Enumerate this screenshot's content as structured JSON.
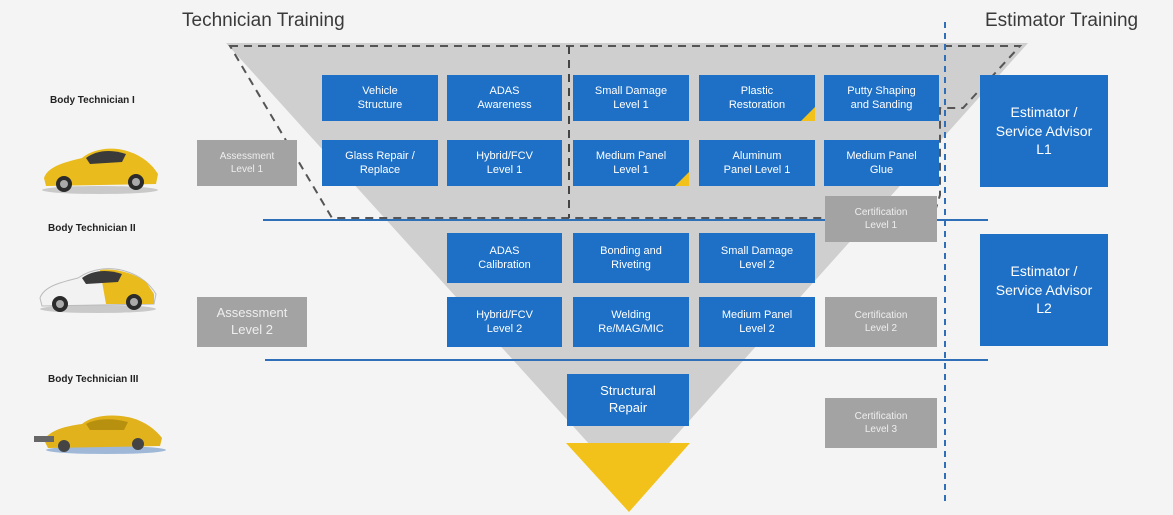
{
  "headers": {
    "technician": "Technician Training",
    "estimator": "Estimator Training"
  },
  "levels": {
    "level1": "Body Technician I",
    "level2": "Body Technician II",
    "level3": "Body Technician III"
  },
  "colors": {
    "course_box": "#1e6fc6",
    "gray_box": "#a3a3a3",
    "funnel": "#cfcfcf",
    "accent_yellow": "#f2c21b",
    "divider_line": "#2f6fb8"
  },
  "assessments": {
    "a1": "Assessment\nLevel 1",
    "a2": "Assessment\nLevel 2"
  },
  "courses": {
    "vehicle_structure": "Vehicle\nStructure",
    "adas_awareness": "ADAS\nAwareness",
    "small_damage_1": "Small Damage\nLevel 1",
    "plastic_restoration": "Plastic\nRestoration",
    "putty_shaping": "Putty Shaping\nand Sanding",
    "glass_repair": "Glass Repair /\nReplace",
    "hybrid_fcv_1": "Hybrid/FCV\nLevel 1",
    "medium_panel_1": "Medium Panel\nLevel 1",
    "aluminum_panel_1": "Aluminum\nPanel Level 1",
    "medium_panel_glue": "Medium Panel\nGlue",
    "adas_calibration": "ADAS\nCalibration",
    "bonding_riveting": "Bonding and\nRiveting",
    "small_damage_2": "Small Damage\nLevel 2",
    "hybrid_fcv_2": "Hybrid/FCV\nLevel 2",
    "welding": "Welding\nRe/MAG/MIC",
    "medium_panel_2": "Medium Panel\nLevel 2",
    "structural_repair": "Structural\nRepair"
  },
  "certifications": {
    "c1": "Certification\nLevel 1",
    "c2": "Certification\nLevel 2",
    "c3": "Certification\nLevel 3"
  },
  "estimator": {
    "l1": "Estimator /\nService Advisor\nL1",
    "l2": "Estimator /\nService Advisor\nL2"
  }
}
